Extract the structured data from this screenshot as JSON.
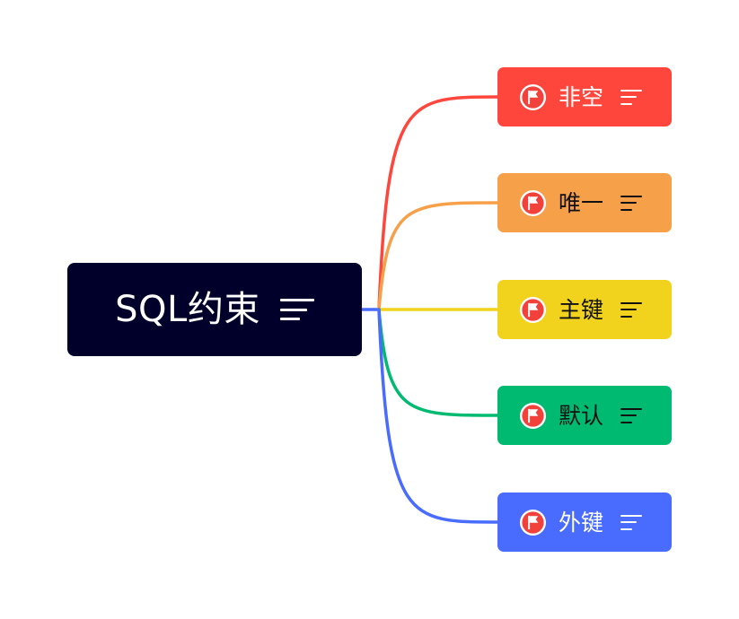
{
  "diagram": {
    "type": "mind-map",
    "root": {
      "label": "SQL约束",
      "color": "#00002a",
      "text_color": "#ffffff",
      "has_notes": true
    },
    "children": [
      {
        "label": "非空",
        "color": "#ff463c",
        "text_color": "#ffffff",
        "flag": "red-flag",
        "has_notes": true
      },
      {
        "label": "唯一",
        "color": "#f7a04a",
        "text_color": "#111111",
        "flag": "red-flag",
        "has_notes": true
      },
      {
        "label": "主键",
        "color": "#f1d21d",
        "text_color": "#111111",
        "flag": "red-flag",
        "has_notes": true
      },
      {
        "label": "默认",
        "color": "#00ba72",
        "text_color": "#111111",
        "flag": "red-flag",
        "has_notes": true
      },
      {
        "label": "外键",
        "color": "#496cff",
        "text_color": "#ffffff",
        "flag": "red-flag",
        "has_notes": true
      }
    ],
    "flag_color": "#f2403a"
  }
}
